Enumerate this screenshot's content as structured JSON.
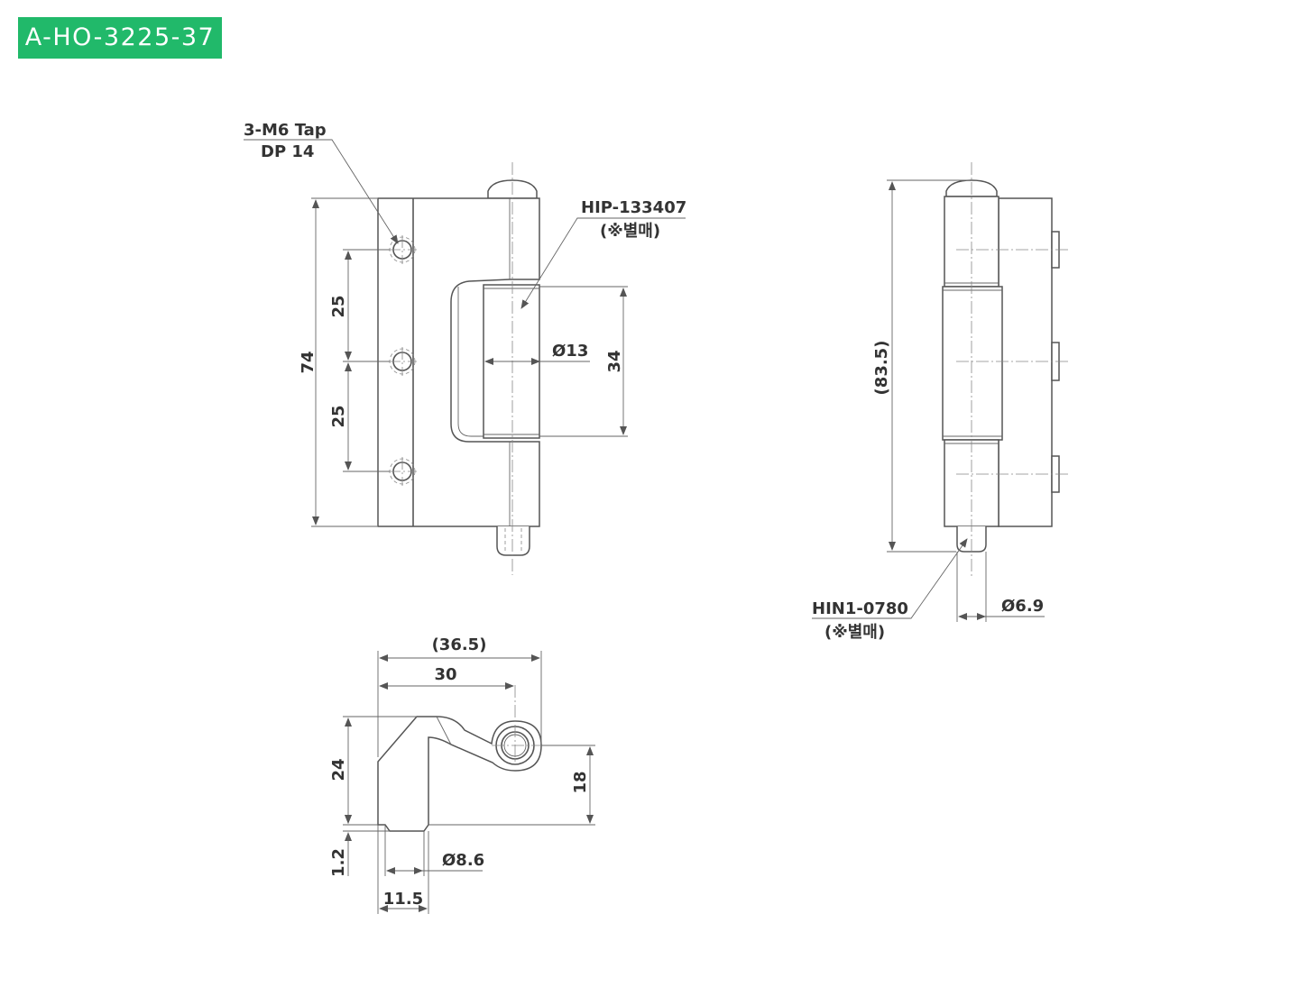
{
  "header": {
    "part_number": "A-HO-3225-37",
    "badge_color": "#21b96a"
  },
  "front_view": {
    "tap_label": "3-M6 Tap",
    "tap_depth": "DP 14",
    "pin_part": "HIP-133407",
    "pin_note": "(※별매)",
    "dim_total_height": "74",
    "dim_hole_pitch_top": "25",
    "dim_hole_pitch_bottom": "25",
    "dim_knuckle_diameter": "Ø13",
    "dim_knuckle_length": "34"
  },
  "side_view": {
    "dim_overall_height": "(83.5)",
    "pin_part": "HIN1-0780",
    "pin_note": "(※별매)",
    "dim_pin_diameter": "Ø6.9"
  },
  "top_view": {
    "dim_overall_width": "(36.5)",
    "dim_width": "30",
    "dim_height": "24",
    "dim_knuckle_height": "18",
    "dim_step": "1.2",
    "dim_boss_diameter": "Ø8.6",
    "dim_offset": "11.5"
  }
}
